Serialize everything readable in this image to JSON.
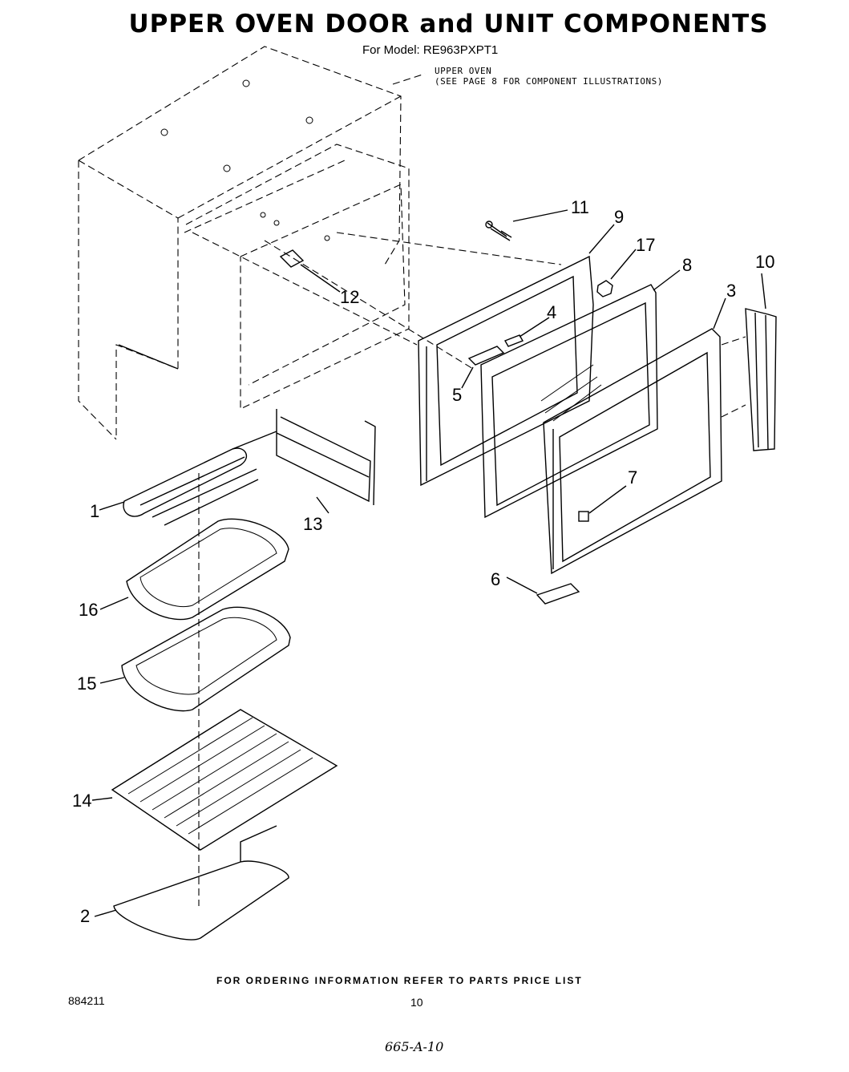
{
  "title": "UPPER OVEN DOOR and UNIT COMPONENTS",
  "subtitle": "For Model: RE963PXPT1",
  "note": {
    "line1": "UPPER OVEN",
    "line2": "(SEE PAGE 8 FOR COMPONENT ILLUSTRATIONS)"
  },
  "callouts": [
    "1",
    "2",
    "3",
    "4",
    "5",
    "6",
    "7",
    "8",
    "9",
    "10",
    "11",
    "12",
    "13",
    "14",
    "15",
    "16",
    "17"
  ],
  "footer": "FOR ORDERING INFORMATION REFER TO PARTS PRICE LIST",
  "doc_number": "884211",
  "page_number": "10",
  "handwritten_code": "665-A-10"
}
